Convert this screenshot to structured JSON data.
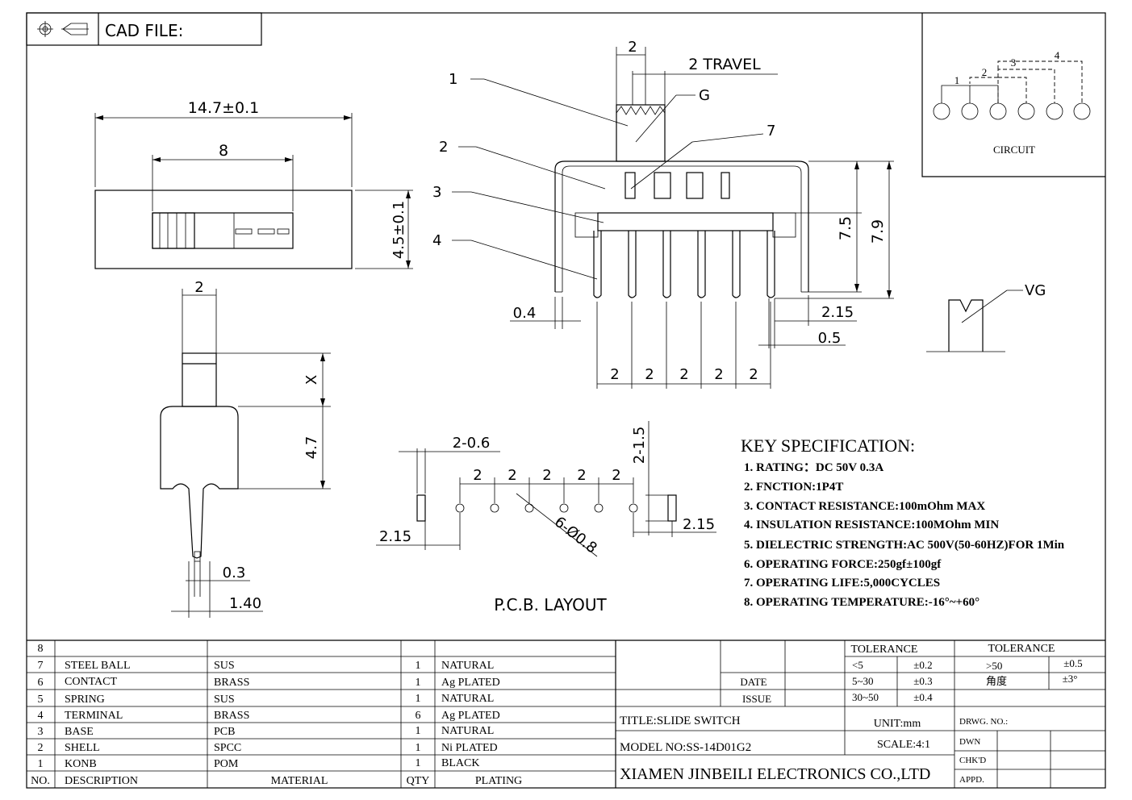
{
  "header": {
    "cad_file_label": "CAD FILE:"
  },
  "top_view": {
    "width_dim": "14.7±0.1",
    "slot_dim": "8",
    "height_dim": "4.5±0.1"
  },
  "side_view": {
    "knob_width": "2",
    "x_dim": "X",
    "body_dim": "4.7",
    "pin_dim": "0.3",
    "lead_dim": "1.40"
  },
  "front_view": {
    "knob_dim": "2",
    "travel_dim": "2 TRAVEL",
    "g_label": "G",
    "labels": [
      "1",
      "2",
      "3",
      "4",
      "7"
    ],
    "height_75": "7.5",
    "height_79": "7.9",
    "leg_dim": "0.4",
    "dim_215": "2.15",
    "dim_05": "0.5",
    "pitch": [
      "2",
      "2",
      "2",
      "2",
      "2"
    ]
  },
  "vg_label": "VG",
  "circuit": {
    "title": "CIRCUIT",
    "numbers": [
      "1",
      "2",
      "3",
      "4"
    ]
  },
  "pcb": {
    "title": "P.C.B. LAYOUT",
    "slot_dim": "2-0.6",
    "slot_len": "2-1.5",
    "pitch": [
      "2",
      "2",
      "2",
      "2",
      "2"
    ],
    "left_dim": "2.15",
    "right_dim": "2.15",
    "hole_dim": "6-Ø0.8"
  },
  "spec": {
    "title": "KEY SPECIFICATION:",
    "items": [
      "1. RATING：DC 50V  0.3A",
      "2. FNCTION:1P4T",
      "3. CONTACT RESISTANCE:100mOhm MAX",
      "4. INSULATION RESISTANCE:100MOhm MIN",
      "5. DIELECTRIC STRENGTH:AC 500V(50-60HZ)FOR 1Min",
      "6. OPERATING FORCE:250gf±100gf",
      "7. OPERATING LIFE:5,000CYCLES",
      "8. OPERATING TEMPERATURE:-16°~+60°"
    ]
  },
  "bom": {
    "headers": [
      "NO.",
      "DESCRIPTION",
      "MATERIAL",
      "QTY",
      "PLATING"
    ],
    "rows": [
      [
        "8",
        "",
        "",
        "",
        ""
      ],
      [
        "7",
        "STEEL BALL",
        "SUS",
        "1",
        "NATURAL"
      ],
      [
        "6",
        "CONTACT",
        "BRASS",
        "1",
        "Ag PLATED"
      ],
      [
        "5",
        "SPRING",
        "SUS",
        "1",
        "NATURAL"
      ],
      [
        "4",
        "TERMINAL",
        "BRASS",
        "6",
        "Ag PLATED"
      ],
      [
        "3",
        "BASE",
        "PCB",
        "1",
        "NATURAL"
      ],
      [
        "2",
        "SHELL",
        "SPCC",
        "1",
        "Ni PLATED"
      ],
      [
        "1",
        "KONB",
        "POM",
        "1",
        "BLACK"
      ]
    ]
  },
  "title_block": {
    "tolerance": "TOLERANCE",
    "tol_rows": [
      [
        "<5",
        "±0.2"
      ],
      [
        "5~30",
        "±0.3"
      ],
      [
        "30~50",
        "±0.4"
      ]
    ],
    "tol2_rows": [
      [
        ">50",
        "±0.5"
      ],
      [
        "角度",
        "±3°"
      ]
    ],
    "date": "DATE",
    "issue": "ISSUE",
    "title": "TITLE:SLIDE SWITCH",
    "model": "MODEL NO:SS-14D01G2",
    "unit": "UNIT:mm",
    "scale": "SCALE:4:1",
    "company": "XIAMEN JINBEILI ELECTRONICS CO.,LTD",
    "drwg": "DRWG. NO.:",
    "dwn": "DWN",
    "chkd": "CHK'D",
    "appd": "APPD."
  }
}
